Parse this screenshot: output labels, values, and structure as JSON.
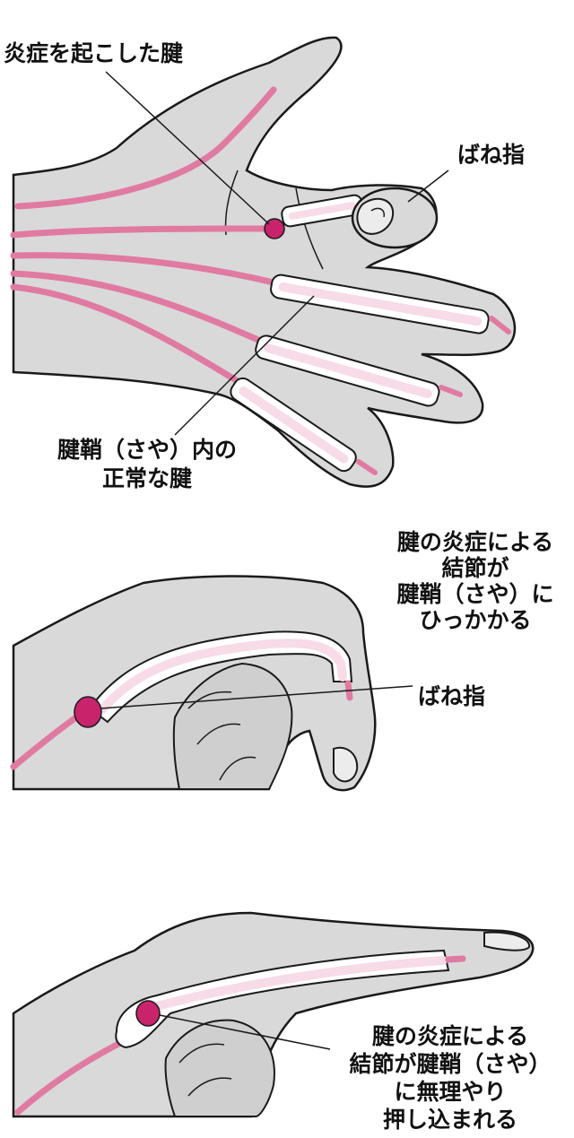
{
  "panel_top": {
    "label_inflamed_tendon": "炎症を起こした腱",
    "label_trigger_finger": "ばね指",
    "label_normal_tendon": [
      "腱鞘（さや）内の",
      "正常な腱"
    ]
  },
  "panel_middle": {
    "label_nodule_catches": [
      "腱の炎症による",
      "結節が",
      "腱鞘（さや）に",
      "ひっかかる"
    ],
    "label_trigger_finger": "ばね指"
  },
  "panel_bottom": {
    "label_nodule_forced": [
      "腱の炎症による",
      "結節が腱鞘（さや）",
      "に無理やり",
      "押し込まれる"
    ]
  },
  "colors": {
    "skin": "#d9d9d9",
    "outline": "#1a1a1a",
    "tendon": "#e07aa0",
    "tendon_light": "#f7dbe6",
    "nodule": "#c8246b",
    "sheath": "#ffffff"
  }
}
